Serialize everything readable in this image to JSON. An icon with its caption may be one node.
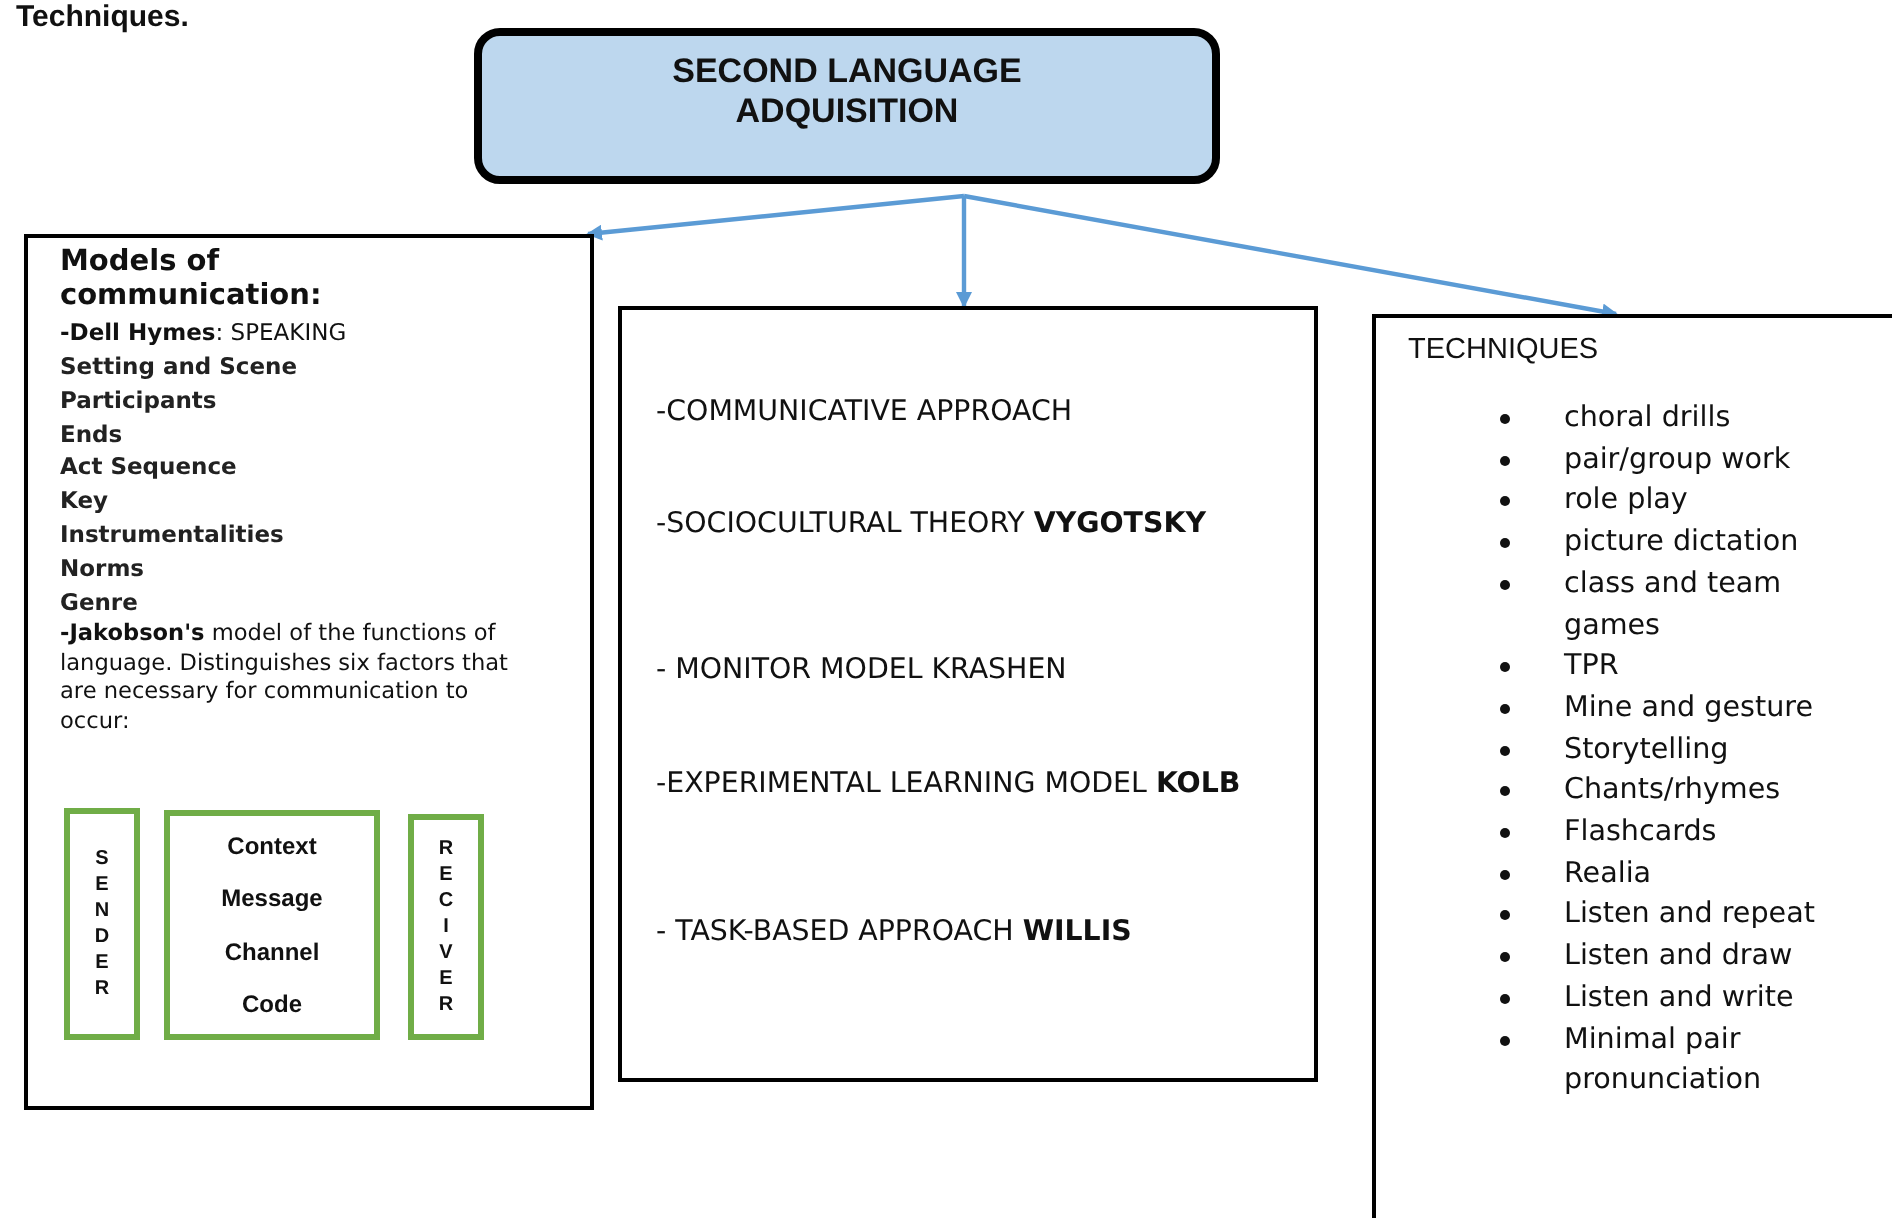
{
  "diagram": {
    "nodes": [
      {
        "text": [
          "SECOND LANGUAGE ADQUISITION"
        ]
      },
      {
        "text": [
          "Models of communication:",
          "**-Dell Hymes**: SPEAKING",
          "Setting and Scene",
          "Participants",
          "Ends",
          "Act Sequence",
          "Key",
          "Instrumentalities",
          "Norms",
          "Genre",
          "**-Jakobson's** model of the functions of language. Distinguishes six factors that are necessary for communication to occur:"
        ]
      },
      {
        "text": [
          "SENDER"
        ],
        "in": 1
      },
      {
        "text": [
          "Context",
          "Message",
          "Channel",
          "Code"
        ],
        "in": 1
      },
      {
        "text": [
          "RECIVER"
        ],
        "in": 1
      },
      {
        "text": [
          "-COMMUNICATIVE APPROACH",
          "-SOCIOCULTURAL THEORY **VYGOTSKY**",
          "- MONITOR MODEL KRASHEN",
          "-EXPERIMENTAL LEARNING MODEL **KOLB**",
          "- TASK-BASED APPROACH **WILLIS**"
        ]
      },
      {
        "text": [
          "TECHNIQUES",
          "choral drills",
          "pair/group work",
          "role play",
          "picture dictation",
          "class and team games",
          "TPR",
          "Mine and gesture",
          "Storytelling",
          "Chants/rhymes",
          "Flashcards",
          "Realia",
          "Listen and repeat",
          "Listen and draw",
          "Listen and write",
          "Minimal pair pronunciation"
        ]
      }
    ],
    "edges": [
      {
        "from": 0,
        "to": 1,
        "arrow": "to"
      },
      {
        "from": 0,
        "to": 5,
        "arrow": "to"
      },
      {
        "from": 0,
        "to": 6,
        "arrow": "to"
      }
    ],
    "labels": [
      "Techniques."
    ]
  }
}
